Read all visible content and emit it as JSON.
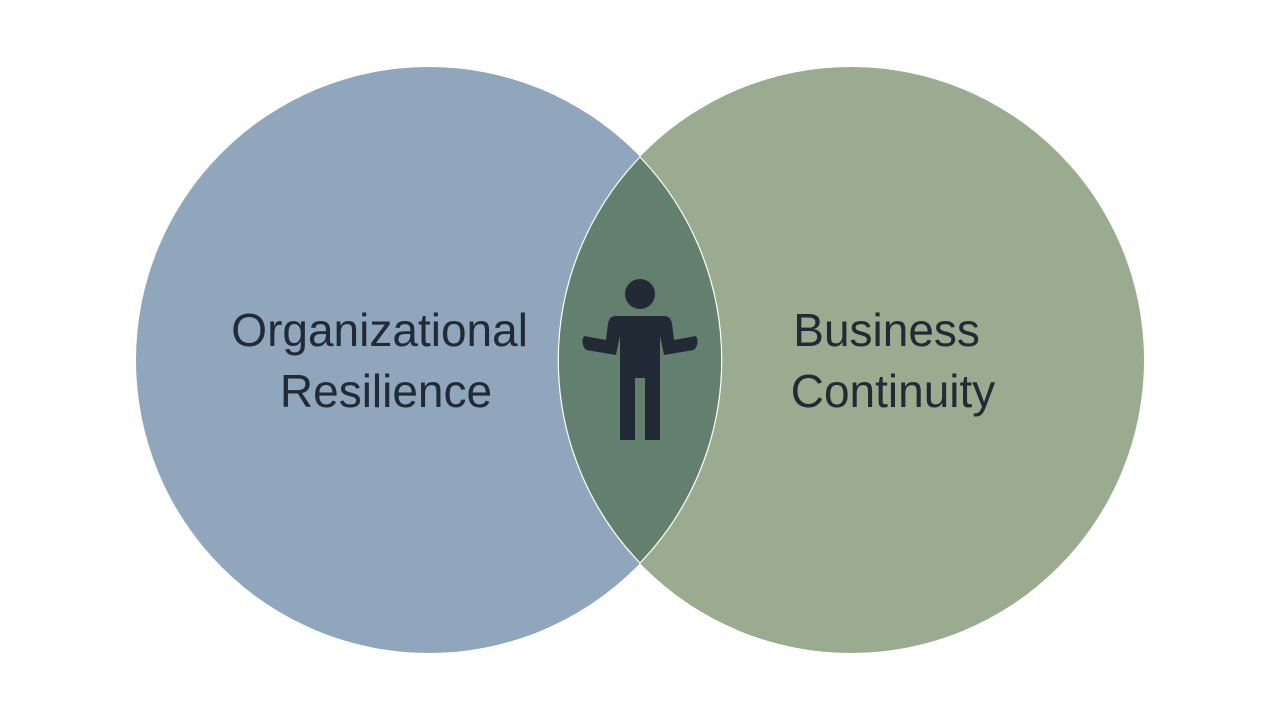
{
  "diagram": {
    "type": "venn",
    "sets": [
      {
        "id": "left",
        "lines": [
          "Organizational",
          "Resilience"
        ],
        "color": "#8FA6BD"
      },
      {
        "id": "right",
        "lines": [
          "Business",
          "Continuity"
        ],
        "color": "#9BAB8F"
      }
    ],
    "intersection": {
      "color": "#637F6D",
      "icon": "person-shrugging-icon"
    },
    "text_color": "#222A35",
    "icon_color": "#222A35",
    "outline_color": "#FFFFFF"
  }
}
